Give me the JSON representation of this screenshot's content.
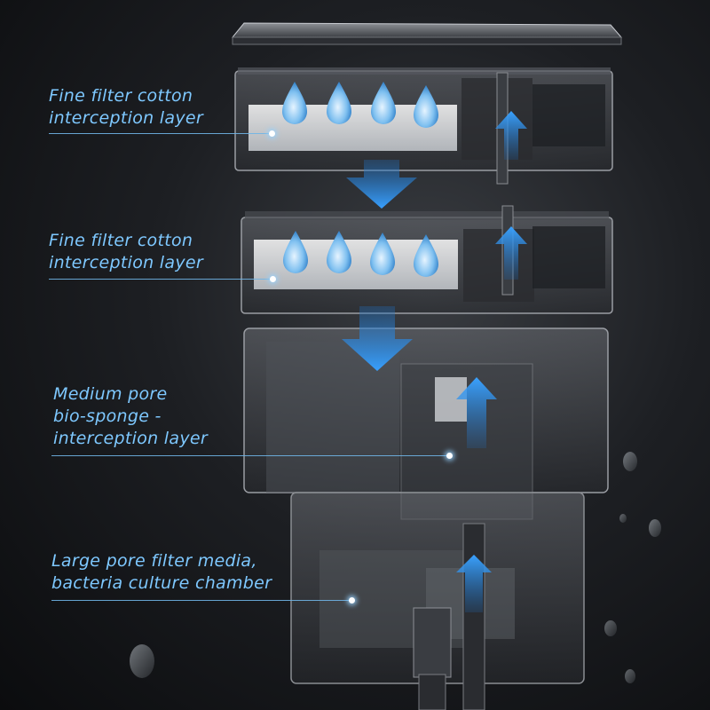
{
  "annotations": [
    {
      "lines": [
        "Fine filter cotton",
        "interception layer"
      ]
    },
    {
      "lines": [
        "Fine filter cotton",
        "interception layer"
      ]
    },
    {
      "lines": [
        "Medium pore",
        "bio-sponge -",
        "interception layer"
      ]
    },
    {
      "lines": [
        "Large pore filter media,",
        "bacteria culture chamber"
      ]
    }
  ],
  "colors": {
    "label": "#7ec8ff",
    "arrow": "#2f8fe0",
    "background": "#15171a"
  },
  "icons": [
    "water-drop-icon",
    "flow-arrow-icon"
  ]
}
